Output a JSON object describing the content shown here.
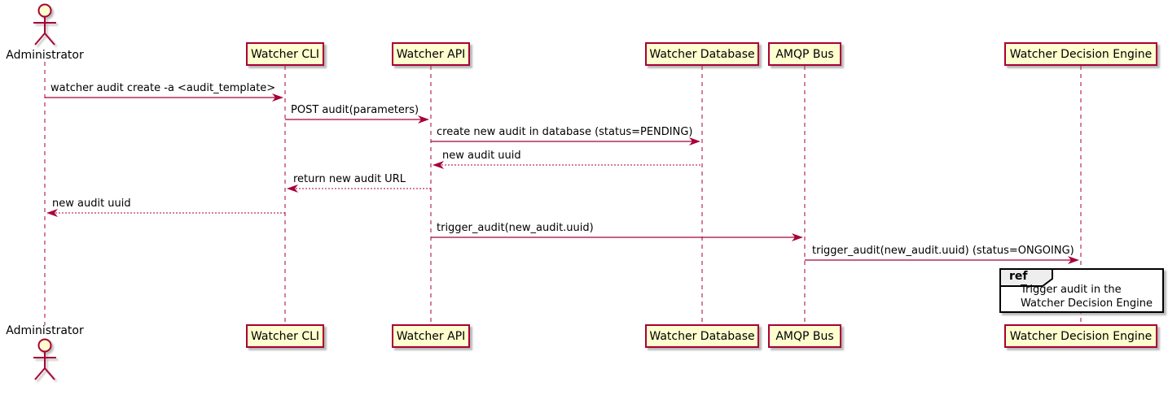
{
  "diagram": {
    "type": "uml-sequence-diagram",
    "colors": {
      "participant_fill": "#FEFECE",
      "line_and_border": "#A80036",
      "text": "#000000",
      "ref_fill": "#FFFFFF",
      "ref_tab_fill": "#EEEEEE",
      "ref_border": "#000000",
      "background": "#FFFFFF"
    },
    "actors": [
      {
        "name": "Administrator"
      }
    ],
    "participants": [
      {
        "label": "Watcher CLI"
      },
      {
        "label": "Watcher API"
      },
      {
        "label": "Watcher Database"
      },
      {
        "label": "AMQP Bus"
      },
      {
        "label": "Watcher Decision Engine"
      }
    ],
    "messages": [
      {
        "from": "Administrator",
        "to": "Watcher CLI",
        "label": "watcher audit create -a <audit_template>",
        "style": "solid"
      },
      {
        "from": "Watcher CLI",
        "to": "Watcher API",
        "label": "POST audit(parameters)",
        "style": "solid"
      },
      {
        "from": "Watcher API",
        "to": "Watcher Database",
        "label": "create new audit in database (status=PENDING)",
        "style": "solid"
      },
      {
        "from": "Watcher Database",
        "to": "Watcher API",
        "label": "new audit uuid",
        "style": "dashed"
      },
      {
        "from": "Watcher API",
        "to": "Watcher CLI",
        "label": "return new audit URL",
        "style": "dashed"
      },
      {
        "from": "Watcher CLI",
        "to": "Administrator",
        "label": "new audit uuid",
        "style": "dashed"
      },
      {
        "from": "Watcher API",
        "to": "AMQP Bus",
        "label": "trigger_audit(new_audit.uuid)",
        "style": "solid"
      },
      {
        "from": "AMQP Bus",
        "to": "Watcher Decision Engine",
        "label": "trigger_audit(new_audit.uuid) (status=ONGOING)",
        "style": "solid"
      }
    ],
    "ref": {
      "keyword": "ref",
      "over": "Watcher Decision Engine",
      "lines": [
        "Trigger audit in the",
        "Watcher Decision Engine"
      ]
    }
  }
}
